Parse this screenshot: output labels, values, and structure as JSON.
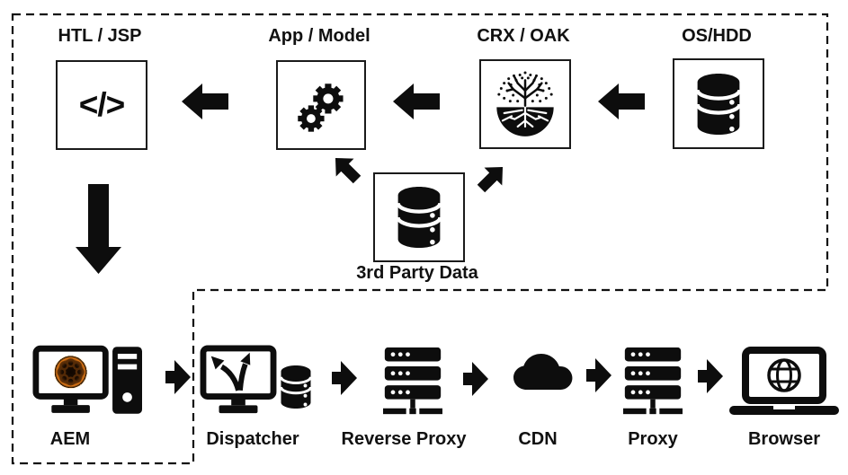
{
  "colors": {
    "ink": "#0d0d0d",
    "background": "#ffffff",
    "aem_logo_orange": "#f08019",
    "aem_logo_brown": "#5a2e08"
  },
  "top_row": [
    {
      "label": "HTL / JSP",
      "icon": "code-icon",
      "glyph": "</>"
    },
    {
      "label": "App / Model",
      "icon": "gears-icon"
    },
    {
      "label": "CRX / OAK",
      "icon": "oak-tree-icon"
    },
    {
      "label": "OS/HDD",
      "icon": "database-icon"
    }
  ],
  "middle": {
    "label": "3rd Party Data",
    "icon": "database-icon"
  },
  "bottom_row": [
    {
      "label": "AEM",
      "icon": "workstation-icon"
    },
    {
      "label": "Dispatcher",
      "icon": "dispatcher-monitor-icon"
    },
    {
      "label": "Reverse Proxy",
      "icon": "server-icon"
    },
    {
      "label": "CDN",
      "icon": "cloud-icon"
    },
    {
      "label": "Proxy",
      "icon": "server-icon"
    },
    {
      "label": "Browser",
      "icon": "laptop-globe-icon"
    }
  ]
}
